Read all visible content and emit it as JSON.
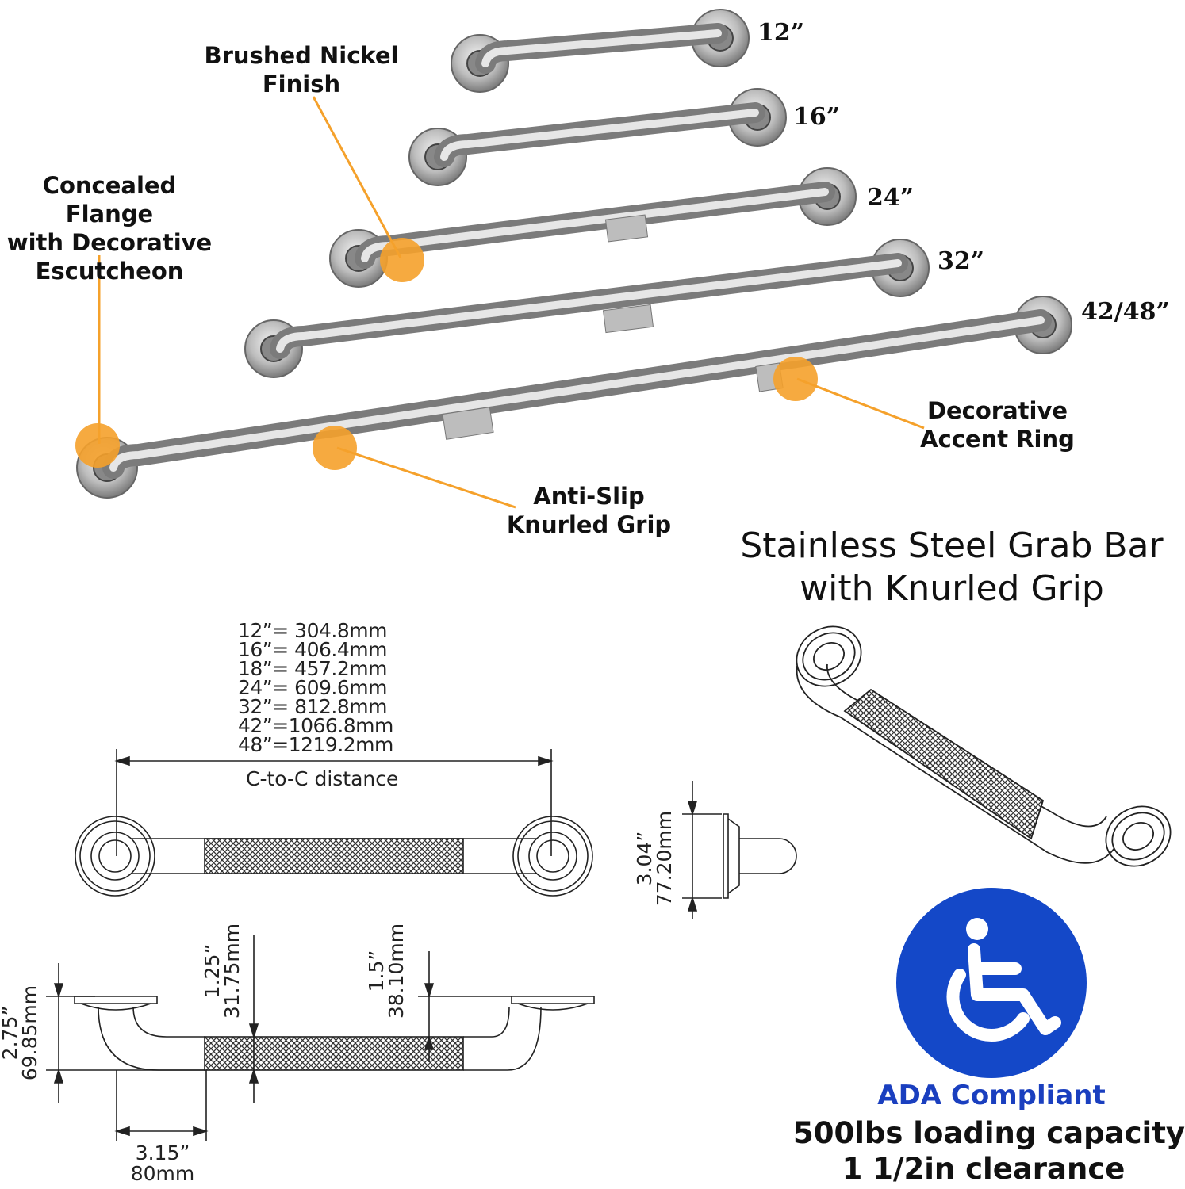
{
  "callouts": {
    "brushed": "Brushed Nickel\nFinish",
    "flange": "Concealed Flange\nwith Decorative\nEscutcheon",
    "ring": "Decorative\nAccent Ring",
    "grip": "Anti-Slip\nKnurled Grip"
  },
  "sizes": [
    "12”",
    "16”",
    "24”",
    "32”",
    "42/48”"
  ],
  "title_line1": "Stainless Steel Grab Bar",
  "title_line2": "with Knurled Grip",
  "conversions": [
    "12”=  304.8mm",
    "16”=  406.4mm",
    "18”=  457.2mm",
    "24”=  609.6mm",
    "32”=  812.8mm",
    "42”=1066.8mm",
    "48”=1219.2mm"
  ],
  "dimensions": {
    "ctoc": "C-to-C distance",
    "depth_in": "3.04”",
    "depth_mm": "77.20mm",
    "projection_in": "2.75”",
    "projection_mm": "69.85mm",
    "diameter_in": "1.25”",
    "diameter_mm": "31.75mm",
    "clearance_in": "1.5”",
    "clearance_mm": "38.10mm",
    "offset_in": "3.15”",
    "offset_mm": "80mm"
  },
  "badge": {
    "label": "ADA Compliant",
    "line1": "500lbs loading capacity",
    "line2": "1 1/2in clearance",
    "icon": "wheelchair-icon"
  },
  "colors": {
    "accent": "#f5a12b",
    "badge": "#1448c8",
    "steel": "#a8a8a8"
  }
}
